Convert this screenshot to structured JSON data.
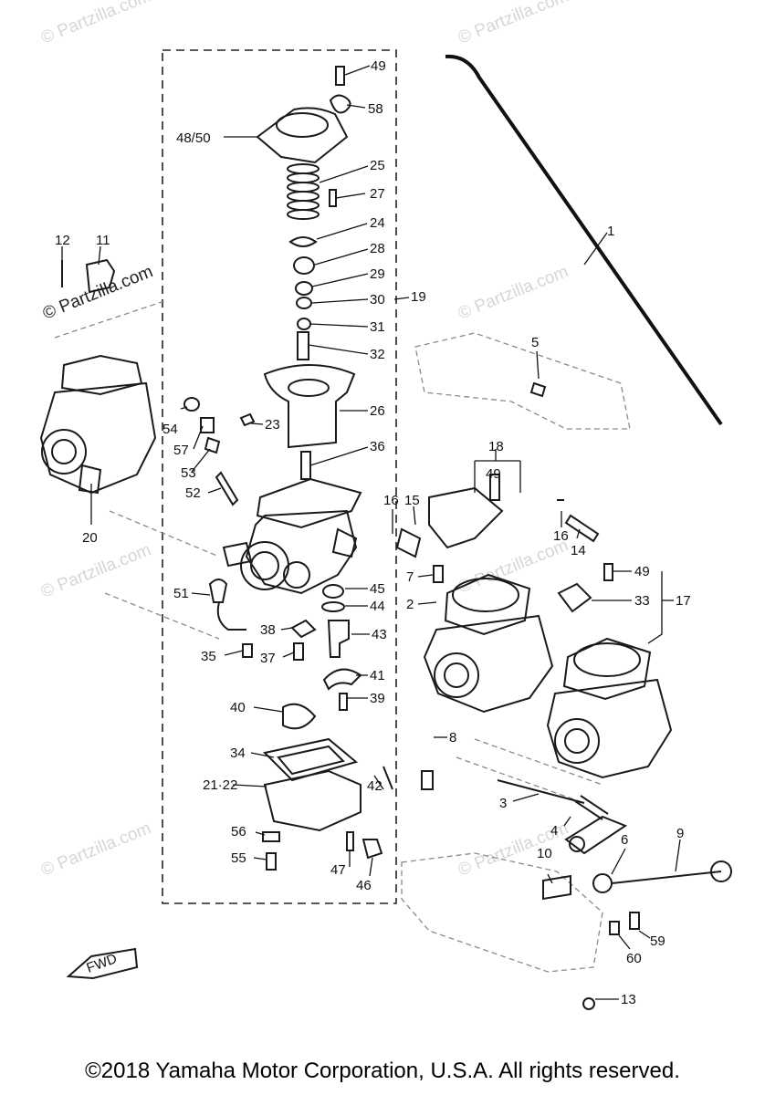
{
  "watermark": {
    "text": "© Partzilla.com"
  },
  "labels": {
    "p49a": "49",
    "p58": "58",
    "p4850": "48/50",
    "p25": "25",
    "p27": "27",
    "p24": "24",
    "p28": "28",
    "p29": "29",
    "p30": "30",
    "p19": "19",
    "p31": "31",
    "p32": "32",
    "p26": "26",
    "p23": "23",
    "p36": "36",
    "p54": "54",
    "p57": "57",
    "p53": "53",
    "p52": "52",
    "p12": "12",
    "p11": "11",
    "p1": "1",
    "p5": "5",
    "p20": "20",
    "p18": "18",
    "p49b": "49",
    "p16a": "16",
    "p15": "15",
    "p16b": "16",
    "p14": "14",
    "p49c": "49",
    "p33": "33",
    "p17": "17",
    "p51": "51",
    "p45": "45",
    "p44": "44",
    "p7": "7",
    "p2": "2",
    "p38": "38",
    "p43": "43",
    "p35": "35",
    "p37": "37",
    "p41": "41",
    "p39": "39",
    "p40": "40",
    "p8": "8",
    "p34": "34",
    "p42": "42",
    "p2122": "21·22",
    "p3": "3",
    "p56": "56",
    "p4": "4",
    "p9": "9",
    "p55": "55",
    "p47": "47",
    "p46": "46",
    "p10": "10",
    "p6": "6",
    "p59": "59",
    "p60": "60",
    "p13": "13",
    "fwd": "FWD"
  },
  "footer": {
    "copyright": "©2018  Yamaha Motor Corporation, U.S.A. All rights reserved."
  }
}
